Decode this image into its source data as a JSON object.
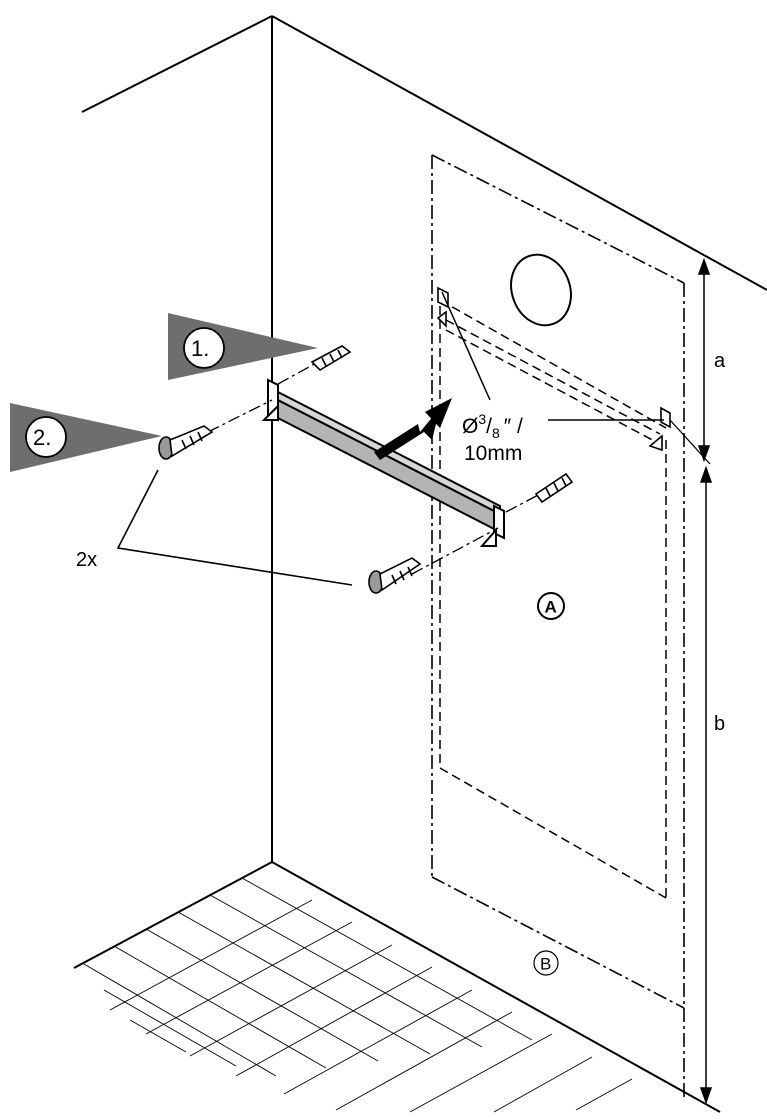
{
  "steps": [
    {
      "label": "1."
    },
    {
      "label": "2."
    }
  ],
  "labels": {
    "quantity": "2x",
    "drill_diameter": "Ø",
    "drill_sup": "3",
    "drill_slash": "/",
    "drill_sub": "8",
    "drill_inch": "″ /",
    "drill_metric": "10mm",
    "dim_a": "a",
    "dim_b": "b",
    "marker_a": "A",
    "marker_b": "B"
  },
  "colors": {
    "line": "#000000",
    "bracket_fill": "#b4b4b4",
    "pointer_fill": "#6e6e6e",
    "badge_fill": "#ffffff"
  },
  "icons": {
    "step_pointer": "grey-triangle-pointer-icon",
    "direction": "arrow-icon"
  }
}
